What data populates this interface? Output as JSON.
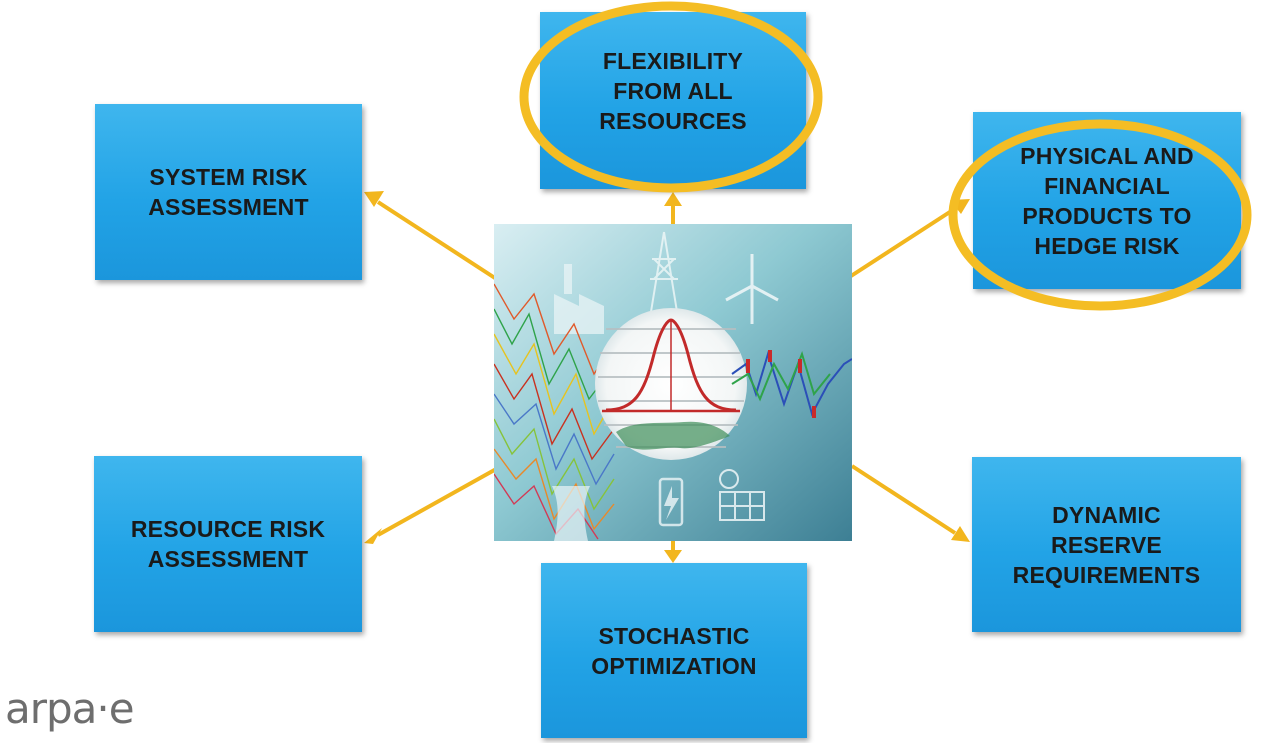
{
  "diagram": {
    "boxes": {
      "flexibility": "FLEXIBILITY\nFROM ALL\nRESOURCES",
      "system_risk": "SYSTEM RISK\nASSESSMENT",
      "physical_financial": "PHYSICAL AND\nFINANCIAL\nPRODUCTS TO\nHEDGE RISK",
      "resource_risk": "RESOURCE RISK\nASSESSMENT",
      "dynamic_reserve": "DYNAMIC\nRESERVE\nREQUIREMENTS",
      "stochastic": "STOCHASTIC\nOPTIMIZATION"
    },
    "highlighted": [
      "flexibility",
      "physical_financial"
    ],
    "logo_text": "arpa·e",
    "colors": {
      "box": "#22a3e6",
      "arrow": "#f2b61e",
      "highlight_ring": "#f4bd24",
      "logo": "#6e6e6e"
    }
  }
}
